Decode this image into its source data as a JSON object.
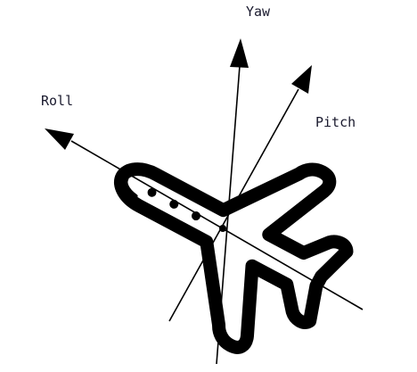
{
  "labels": {
    "yaw": "Yaw",
    "roll": "Roll",
    "pitch": "Pitch"
  },
  "colors": {
    "ink": "#000000",
    "background": "#ffffff",
    "label_text": "#1a1a2e"
  },
  "icons": {
    "center": "airplane-icon"
  }
}
